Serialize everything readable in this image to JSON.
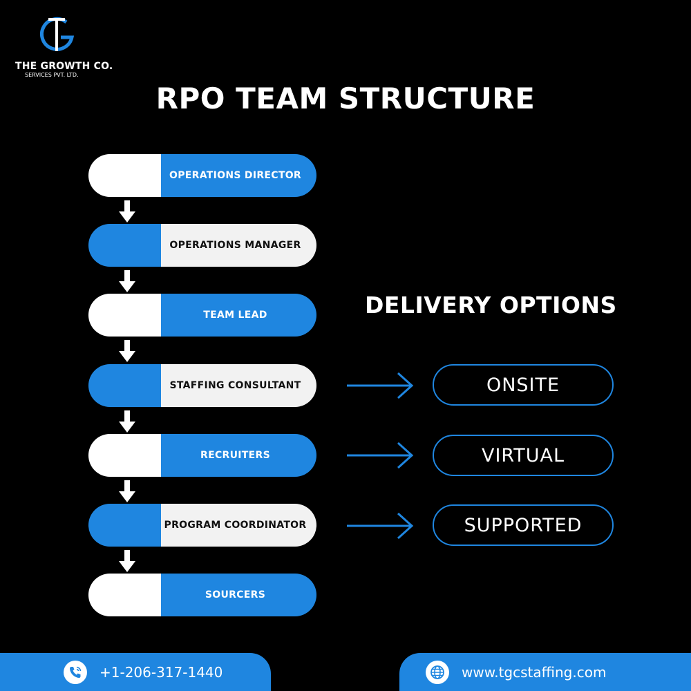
{
  "brand": {
    "name": "THE GROWTH CO.",
    "subtitle": "SERVICES PVT. LTD.",
    "accent_color": "#1f86e0"
  },
  "title": "RPO TEAM STRUCTURE",
  "team_structure": [
    {
      "label": "OPERATIONS DIRECTOR"
    },
    {
      "label": "OPERATIONS MANAGER"
    },
    {
      "label": "TEAM LEAD"
    },
    {
      "label": "STAFFING CONSULTANT"
    },
    {
      "label": "RECRUITERS"
    },
    {
      "label": "PROGRAM COORDINATOR"
    },
    {
      "label": "SOURCERS"
    }
  ],
  "delivery": {
    "title": "DELIVERY OPTIONS",
    "options": [
      {
        "label": "ONSITE"
      },
      {
        "label": "VIRTUAL"
      },
      {
        "label": "SUPPORTED"
      }
    ]
  },
  "footer": {
    "phone": "+1-206-317-1440",
    "phone_icon": "phone-icon",
    "website": "www.tgcstaffing.com",
    "website_icon": "globe-icon"
  }
}
